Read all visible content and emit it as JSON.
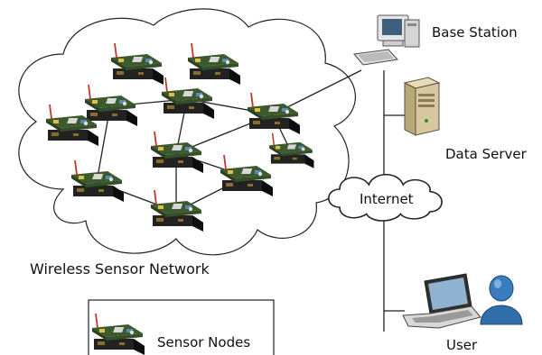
{
  "labels": {
    "base_station": "Base Station",
    "data_server": "Data Server",
    "internet": "Internet",
    "user": "User",
    "network": "Wireless Sensor Network",
    "legend": "Sensor Nodes"
  },
  "icons": {
    "sensor": "sensor-node-icon",
    "workstation": "workstation-icon",
    "server": "server-tower-icon",
    "laptop": "laptop-icon",
    "person": "person-icon",
    "cloud": "cloud-icon"
  },
  "colors": {
    "board": "#3d5a2e",
    "battery": "#1c1c1c",
    "antenna": "#c0392b",
    "person": "#2f6ea8",
    "server": "#d8c8a0"
  }
}
